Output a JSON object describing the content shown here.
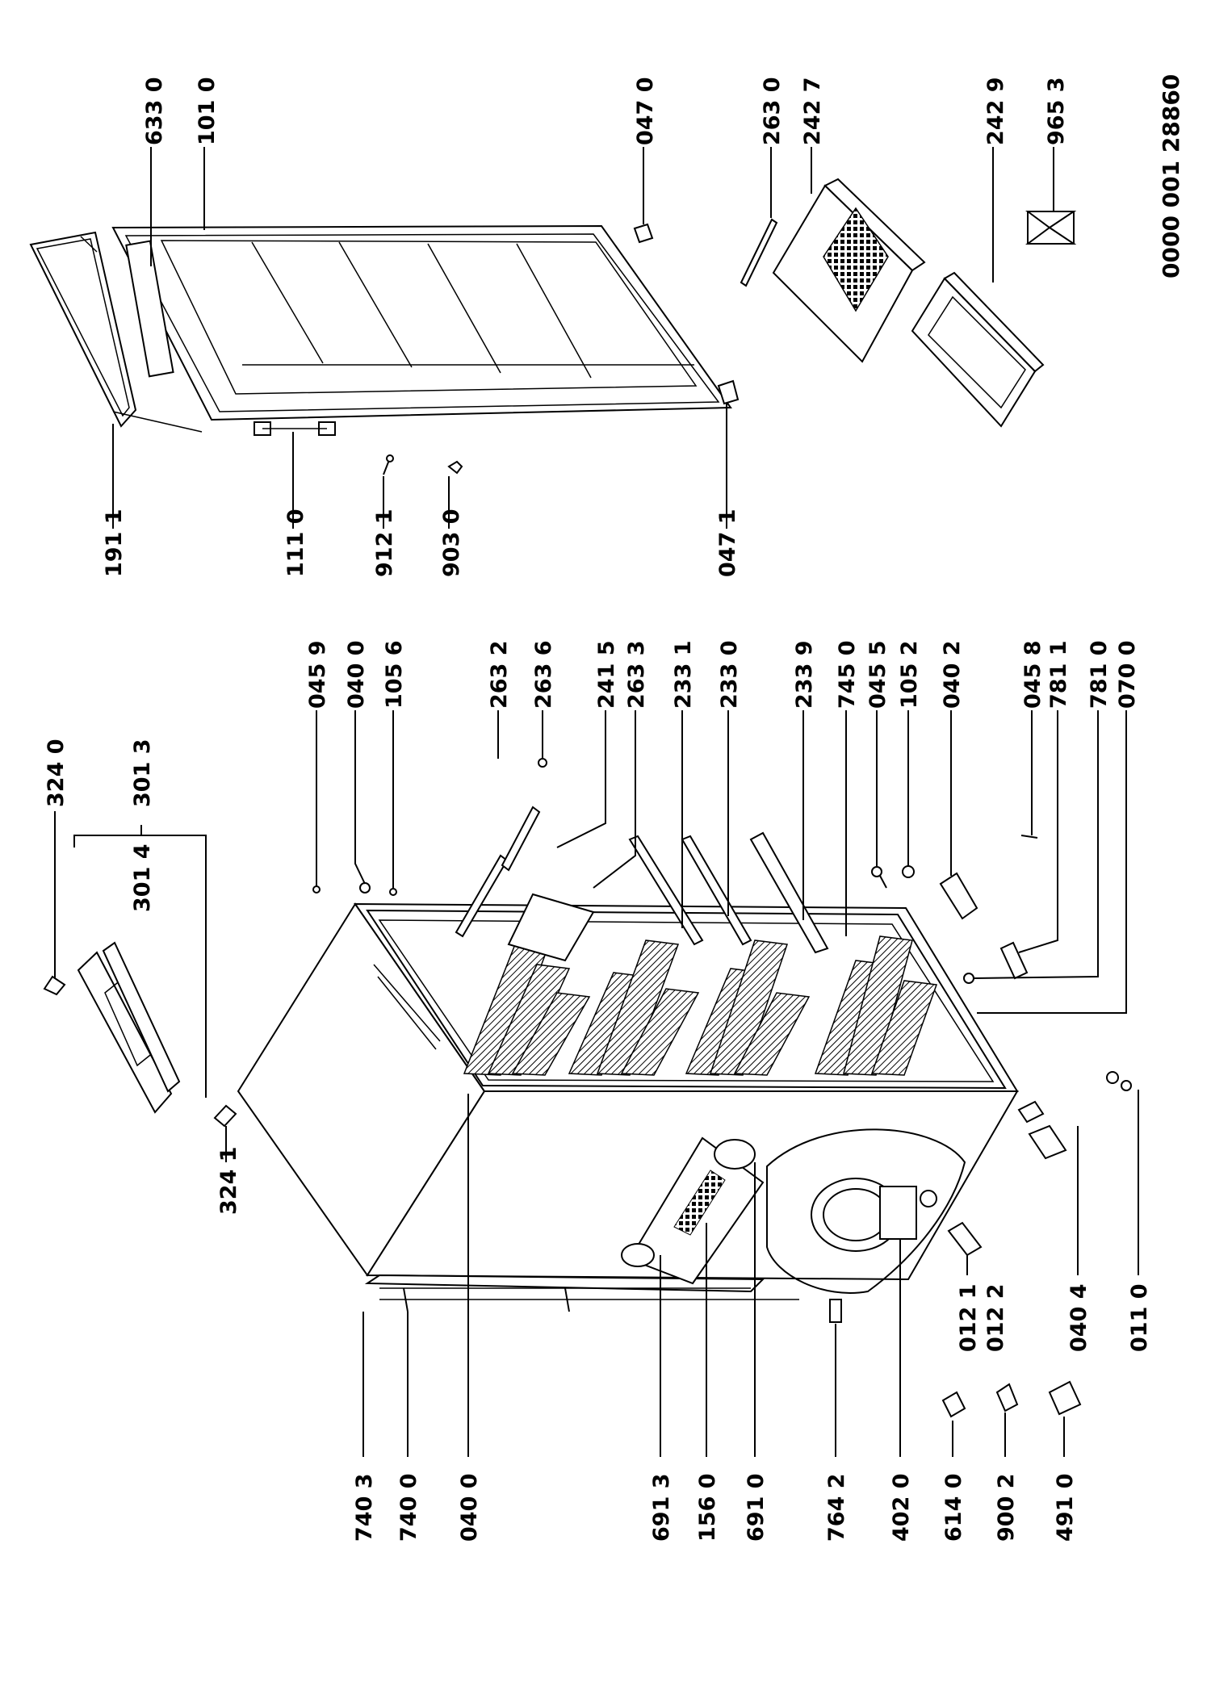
{
  "document_number": "0000 001 28860",
  "door_assembly_labels": {
    "door_panel": "101 0",
    "door_handle_part": "633 0",
    "door_seal": "191 1",
    "door_hinge_set": "111 0",
    "screw_a": "912 1",
    "screw_b": "903 0",
    "hinge_top": "047 0",
    "hinge_bottom": "047 1",
    "rail": "263 0",
    "drawer_basket": "242 7",
    "drawer_tray": "242 9",
    "foot_clip": "965 3"
  },
  "top_cover_labels": {
    "cover_clip_top": "324 0",
    "cover_strip": "301 3",
    "cover_panel": "301 4",
    "cover_clip_bottom": "324 1"
  },
  "cabinet_right_labels": [
    "045 9",
    "040 0",
    "105 6",
    "263 2",
    "263 6",
    "241 5",
    "263 3",
    "233 1",
    "233 0",
    "233 9",
    "745 0",
    "045 5",
    "105 2",
    "040 2",
    "045 8",
    "781 1",
    "781 0",
    "070 0"
  ],
  "cabinet_left_labels": [
    "740 3",
    "740 0",
    "040 0",
    "691 3",
    "156 0",
    "691 0",
    "764 2",
    "402 0",
    "614 0",
    "900 2",
    "491 0"
  ],
  "cabinet_bottom_labels": [
    "012 1",
    "012 2",
    "040 4",
    "011 0"
  ]
}
